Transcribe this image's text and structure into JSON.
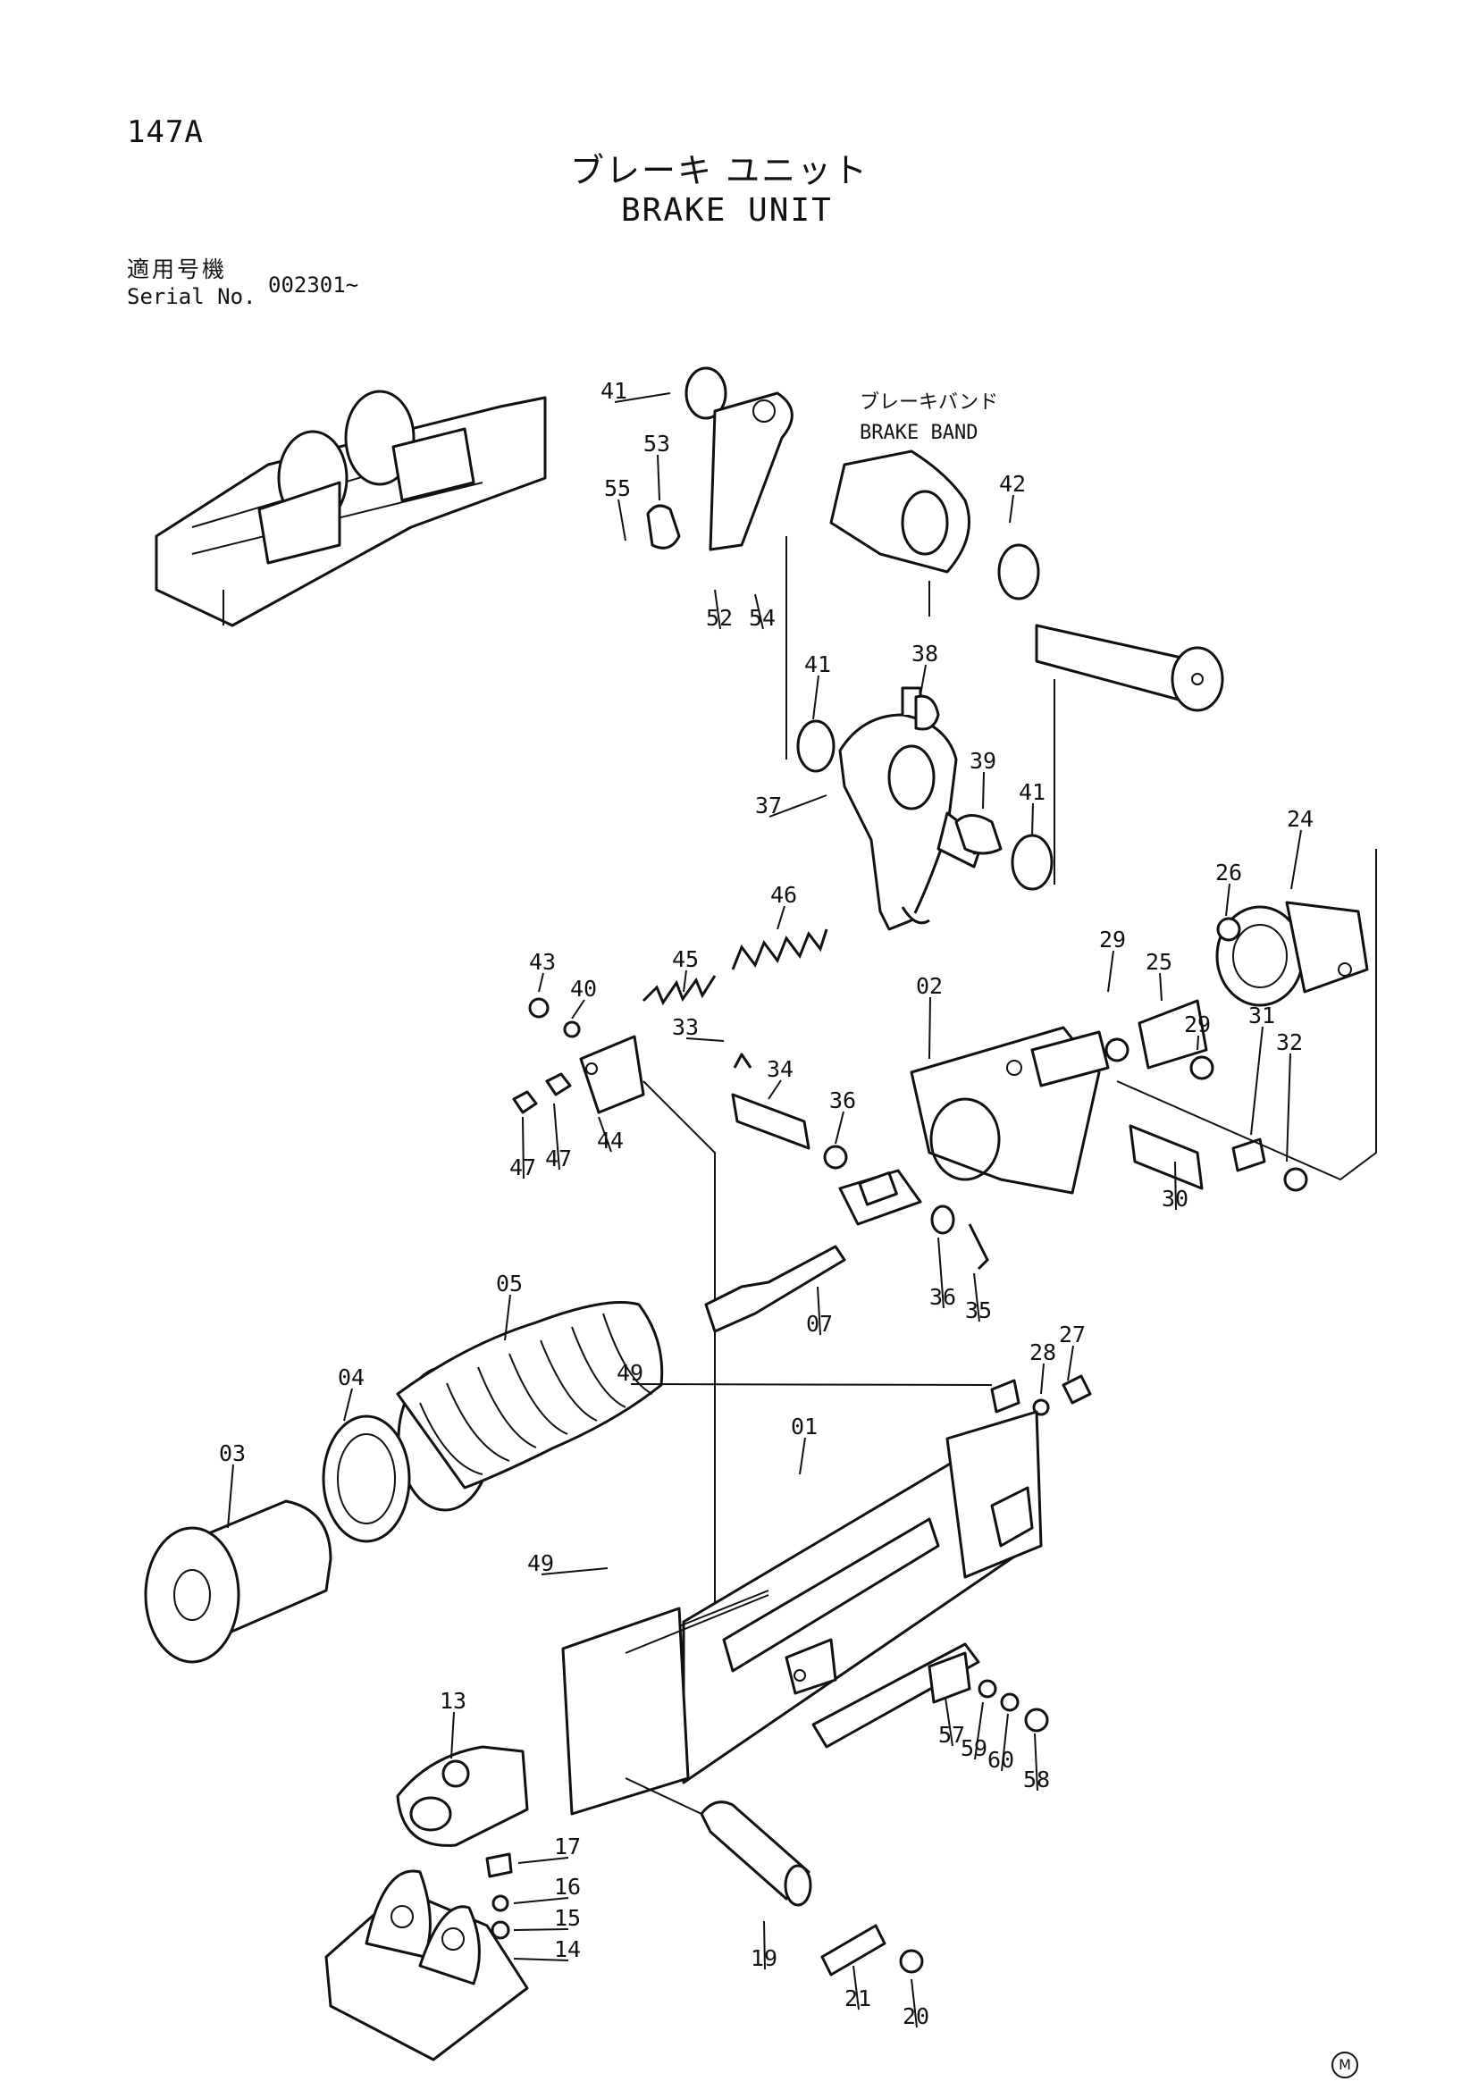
{
  "page": {
    "number": "147A"
  },
  "title": {
    "ja": "ブレーキ ユニット",
    "en": "BRAKE UNIT"
  },
  "serial": {
    "label_ja": "適用号機",
    "label_en": "Serial No.",
    "value": "002301~"
  },
  "callout": {
    "ja": "ブレーキバンド",
    "en": "BRAKE BAND"
  },
  "parts": [
    {
      "no": "41"
    },
    {
      "no": "53"
    },
    {
      "no": "55"
    },
    {
      "no": "52"
    },
    {
      "no": "54"
    },
    {
      "no": "42"
    },
    {
      "no": "41"
    },
    {
      "no": "38"
    },
    {
      "no": "39"
    },
    {
      "no": "41"
    },
    {
      "no": "37"
    },
    {
      "no": "46"
    },
    {
      "no": "45"
    },
    {
      "no": "43"
    },
    {
      "no": "40"
    },
    {
      "no": "47"
    },
    {
      "no": "47"
    },
    {
      "no": "44"
    },
    {
      "no": "33"
    },
    {
      "no": "34"
    },
    {
      "no": "36"
    },
    {
      "no": "02"
    },
    {
      "no": "24"
    },
    {
      "no": "26"
    },
    {
      "no": "29"
    },
    {
      "no": "25"
    },
    {
      "no": "29"
    },
    {
      "no": "31"
    },
    {
      "no": "32"
    },
    {
      "no": "30"
    },
    {
      "no": "36"
    },
    {
      "no": "35"
    },
    {
      "no": "07"
    },
    {
      "no": "05"
    },
    {
      "no": "04"
    },
    {
      "no": "03"
    },
    {
      "no": "49"
    },
    {
      "no": "28"
    },
    {
      "no": "27"
    },
    {
      "no": "01"
    },
    {
      "no": "49"
    },
    {
      "no": "13"
    },
    {
      "no": "17"
    },
    {
      "no": "16"
    },
    {
      "no": "15"
    },
    {
      "no": "14"
    },
    {
      "no": "19"
    },
    {
      "no": "21"
    },
    {
      "no": "20"
    },
    {
      "no": "57"
    },
    {
      "no": "59"
    },
    {
      "no": "60"
    },
    {
      "no": "58"
    }
  ],
  "brand_mark": "M"
}
